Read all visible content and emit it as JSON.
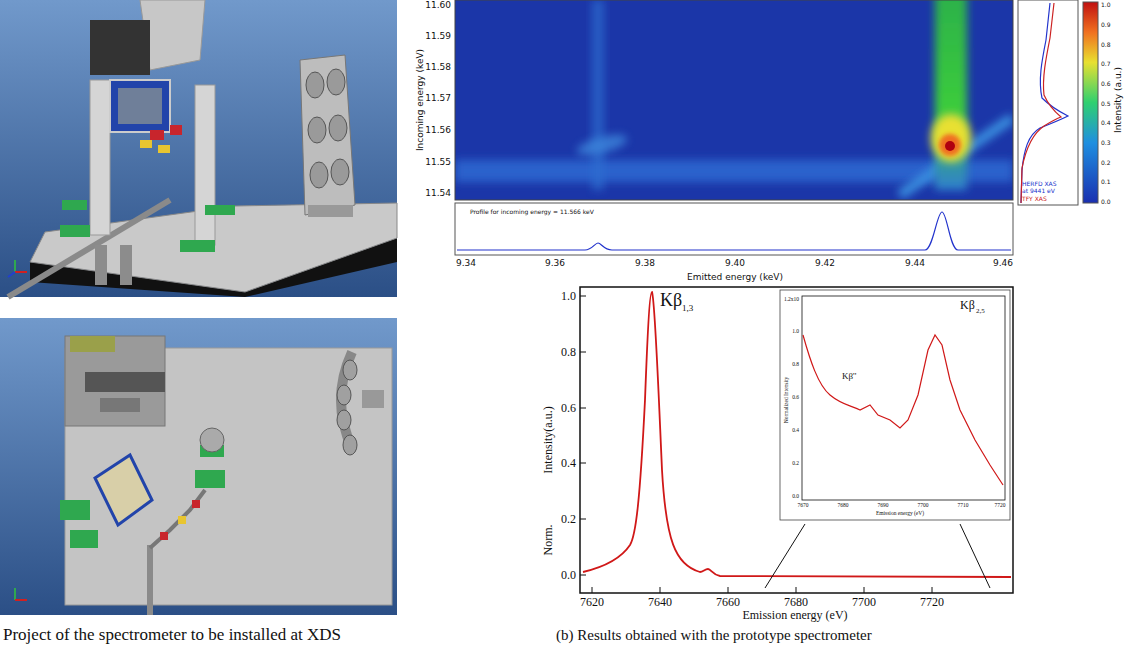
{
  "diagram": {
    "labels": [
      "Project of the spectrometer to be installed at XDS",
      "(b) Results obtained with the prototype spectrometer",
      "11.60",
      "11.59",
      "11.58",
      "11.57",
      "11.56",
      "11.55",
      "11.54",
      "Incoming energy (keV)",
      "HERFD XAS",
      "at 9441 eV",
      "TFY XAS",
      "1.0",
      "0.9",
      "0.8",
      "0.7",
      "0.6",
      "0.5",
      "0.4",
      "0.3",
      "0.2",
      "0.1",
      "0.0",
      "Intensity (a.u.)",
      "Profile for incoming energy = 11.566 keV",
      "9.34",
      "9.36",
      "9.38",
      "9.40",
      "9.42",
      "9.44",
      "9.46",
      "Emitted energy (keV)",
      "Kβ",
      "1,3",
      "1.0",
      "0.8",
      "0.6",
      "0.4",
      "0.2",
      "0.0",
      "Norm.",
      "Intensity(a.u.)",
      "7620",
      "7640",
      "7660",
      "7680",
      "7700",
      "7720",
      "Emission energy (eV)",
      "Kβ''",
      "Kβ",
      "2,5",
      "1.2x10",
      "1.0",
      "0.8",
      "0.6",
      "0.4",
      "0.2",
      "0.0",
      "Normalized Intensity",
      "7670",
      "7680",
      "7690",
      "7700",
      "7710",
      "7720",
      "Emission energy (eV)"
    ]
  }
}
